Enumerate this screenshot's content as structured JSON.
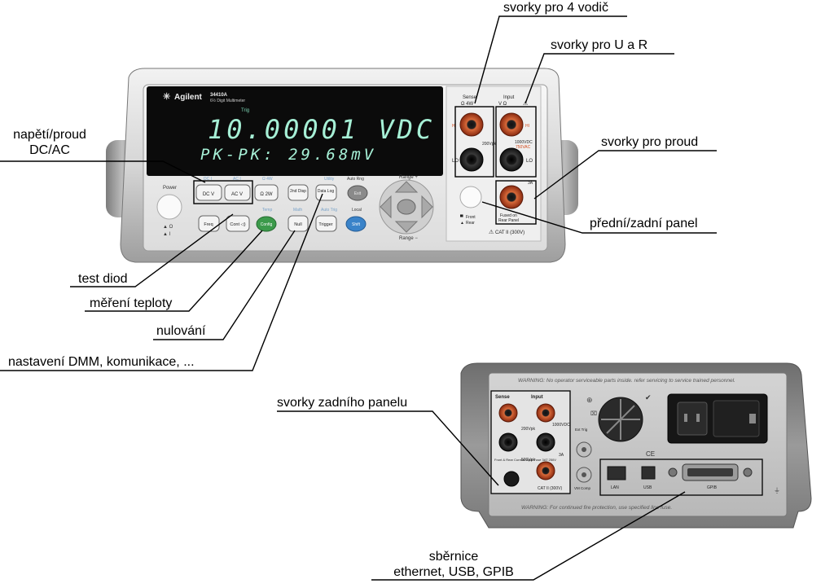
{
  "labels": {
    "four_wire": "svorky pro 4 vodič",
    "u_and_r": "svorky pro U a R",
    "current": "svorky pro proud",
    "front_rear": "přední/zadní panel",
    "dc_ac_line1": "napětí/proud",
    "dc_ac_line2": "DC/AC",
    "diode": "test diod",
    "temperature": "měření teploty",
    "null": "nulování",
    "utility": "nastavení DMM, komunikace, ...",
    "rear_terminals": "svorky zadního panelu",
    "bus_line1": "sběrnice",
    "bus_line2": "ethernet, USB, GPIB"
  },
  "front_panel": {
    "brand": "Agilent",
    "model": "34410A",
    "model_sub": "6½ Digit Multimeter",
    "trig": "Trig",
    "display_main": "10.00001 VDC",
    "display_sub": "PK-PK: 29.68mV",
    "power": "Power",
    "keys": {
      "dcv": "DC V",
      "acv": "AC V",
      "omega2w": "Ω 2W",
      "freq": "Freq",
      "cont": "Cont ◁)",
      "config": "Config",
      "second": "2nd Disp",
      "null": "Null",
      "data_log": "Data Log",
      "trigger": "Trigger",
      "exit": "Exit",
      "shift": "Shift",
      "dc_i": "DC I",
      "ac_i": "AC I",
      "omega4w": "Ω 4W",
      "math": "Math",
      "utility": "Utility",
      "temp": "Temp",
      "auto_rng": "Auto Rng",
      "local": "Local",
      "auto_trig": "Auto Trig"
    },
    "range_plus": "Range +",
    "range_minus": "Range −",
    "sense": "Sense",
    "sense_4w": "Ω 4W",
    "input": "Input",
    "input_vo": "V Ω",
    "hi": "HI",
    "lo": "LO",
    "v200": "200Vpk",
    "v1000": "1000VDC",
    "v750": "750VAC",
    "fused": "Fused on",
    "rear_panel": "Rear Panel",
    "front": "Front",
    "rear": "Rear",
    "cat": "CAT II (300V)",
    "amp3": "3A"
  },
  "rear_panel": {
    "warning_top": "WARNING: No operator serviceable parts inside. refer servicing to service trained personnel.",
    "warning_bottom": "WARNING: For continued fire protection, use specified line fuse.",
    "sense": "Sense",
    "input": "Input",
    "lan": "LAN",
    "usb": "USB",
    "gpib": "GPIB",
    "ext_trig": "Ext Trig",
    "vm_comp": "VM Comp",
    "front_rear": "Front & Rear Current Input Fuse 3AT 250V",
    "v200": "200Vpk",
    "v500": "500Vpk",
    "v1000": "1000VDC",
    "cat": "CAT II (300V)",
    "amp3": "3A"
  }
}
